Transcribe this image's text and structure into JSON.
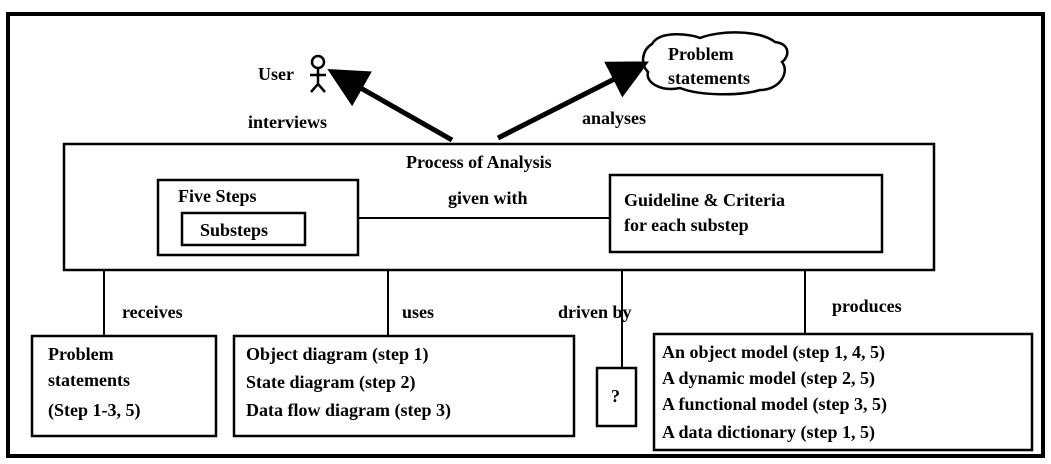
{
  "diagram": {
    "user_label": "User",
    "problem_cloud": [
      "Problem",
      "statements"
    ],
    "edge_interviews": "interviews",
    "edge_analyses": "analyses",
    "process_title": "Process of Analysis",
    "five_steps": "Five Steps",
    "substeps": "Substeps",
    "given_with": "given with",
    "guideline": [
      "Guideline &  Criteria",
      "for each substep"
    ],
    "edge_receives": "receives",
    "edge_uses": "uses",
    "edge_driven_by": "driven by",
    "edge_produces": "produces",
    "input_box": [
      "Problem",
      "statements",
      "(Step 1-3, 5)"
    ],
    "diagrams_box": [
      "Object diagram (step 1)",
      "State diagram (step 2)",
      "Data flow diagram (step 3)"
    ],
    "question_mark": "?",
    "outputs_box": [
      "An object model (step 1, 4, 5)",
      "A dynamic model (step 2, 5)",
      "A functional model (step 3, 5)",
      "A data dictionary (step 1, 5)"
    ],
    "user_icon": "female-user-icon"
  }
}
